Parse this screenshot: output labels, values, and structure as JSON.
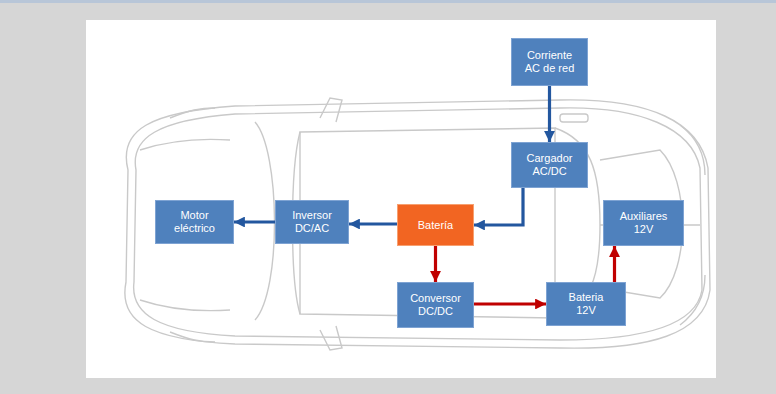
{
  "diagram": {
    "nodes": [
      {
        "text": [
          "Corriente AC de red"
        ]
      },
      {
        "text": [
          "Cargador AC/DC"
        ]
      },
      {
        "text": [
          "Motor eléctrico"
        ]
      },
      {
        "text": [
          "Inversor DC/AC"
        ]
      },
      {
        "text": [
          "Batería"
        ]
      },
      {
        "text": [
          "Auxiliares 12V"
        ]
      },
      {
        "text": [
          "Conversor DC/DC"
        ]
      },
      {
        "text": [
          "Bateria 12V"
        ]
      }
    ],
    "edges": [
      {
        "from": 0,
        "to": 1,
        "arrow": "to"
      },
      {
        "from": 1,
        "to": 4,
        "arrow": "to"
      },
      {
        "from": 4,
        "to": 3,
        "arrow": "to"
      },
      {
        "from": 3,
        "to": 2,
        "arrow": "to"
      },
      {
        "from": 4,
        "to": 6,
        "arrow": "to"
      },
      {
        "from": 6,
        "to": 7,
        "arrow": "to"
      },
      {
        "from": 7,
        "to": 5,
        "arrow": "to"
      }
    ]
  }
}
